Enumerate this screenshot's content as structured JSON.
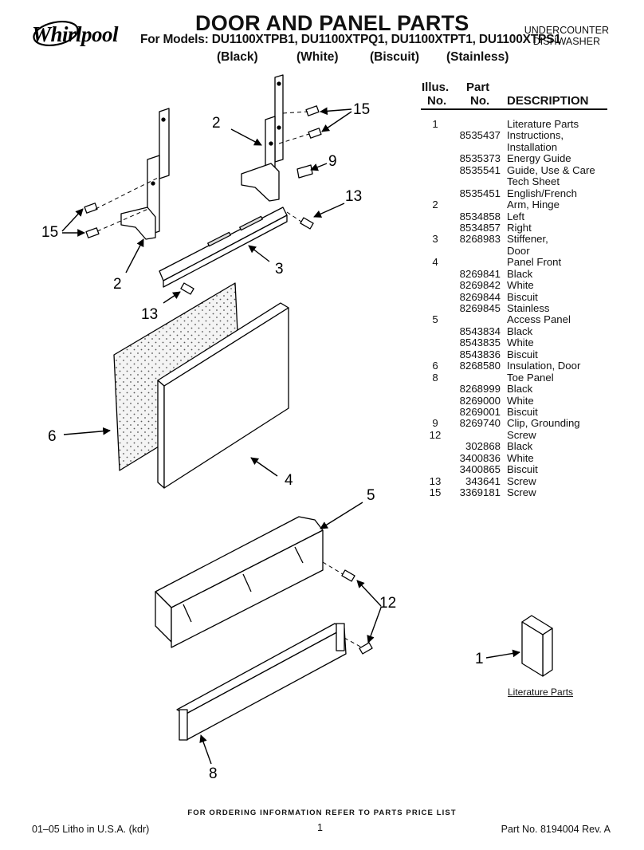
{
  "header": {
    "brand": "Whirlpool",
    "title": "DOOR AND PANEL PARTS",
    "models_line": "For Models: DU1100XTPB1, DU1100XTPQ1, DU1100XTPT1, DU1100XTPS1",
    "colors": [
      "(Black)",
      "(White)",
      "(Biscuit)",
      "(Stainless)"
    ],
    "appliance_line1": "UNDERCOUNTER",
    "appliance_line2": "DISHWASHER"
  },
  "table": {
    "col_illus_1": "Illus.",
    "col_illus_2": "No.",
    "col_part_1": "Part",
    "col_part_2": "No.",
    "col_desc": "DESCRIPTION",
    "rows": [
      {
        "illus": "1",
        "part": "",
        "desc": "Literature Parts"
      },
      {
        "illus": "",
        "part": "8535437",
        "desc": "Instructions,"
      },
      {
        "illus": "",
        "part": "",
        "desc": "Installation"
      },
      {
        "illus": "",
        "part": "8535373",
        "desc": "Energy Guide"
      },
      {
        "illus": "",
        "part": "8535541",
        "desc": "Guide, Use & Care"
      },
      {
        "illus": "",
        "part": "",
        "desc": "Tech Sheet"
      },
      {
        "illus": "",
        "part": "8535451",
        "desc": "English/French"
      },
      {
        "illus": "2",
        "part": "",
        "desc": "Arm, Hinge"
      },
      {
        "illus": "",
        "part": "8534858",
        "desc": "Left"
      },
      {
        "illus": "",
        "part": "8534857",
        "desc": "Right"
      },
      {
        "illus": "3",
        "part": "8268983",
        "desc": "Stiffener,"
      },
      {
        "illus": "",
        "part": "",
        "desc": "Door"
      },
      {
        "illus": "4",
        "part": "",
        "desc": "Panel Front"
      },
      {
        "illus": "",
        "part": "8269841",
        "desc": "Black"
      },
      {
        "illus": "",
        "part": "8269842",
        "desc": "White"
      },
      {
        "illus": "",
        "part": "8269844",
        "desc": "Biscuit"
      },
      {
        "illus": "",
        "part": "8269845",
        "desc": "Stainless"
      },
      {
        "illus": "5",
        "part": "",
        "desc": "Access Panel"
      },
      {
        "illus": "",
        "part": "8543834",
        "desc": "Black"
      },
      {
        "illus": "",
        "part": "8543835",
        "desc": "White"
      },
      {
        "illus": "",
        "part": "8543836",
        "desc": "Biscuit"
      },
      {
        "illus": "6",
        "part": "8268580",
        "desc": "Insulation, Door"
      },
      {
        "illus": "8",
        "part": "",
        "desc": "Toe Panel"
      },
      {
        "illus": "",
        "part": "8268999",
        "desc": "Black"
      },
      {
        "illus": "",
        "part": "8269000",
        "desc": "White"
      },
      {
        "illus": "",
        "part": "8269001",
        "desc": "Biscuit"
      },
      {
        "illus": "9",
        "part": "8269740",
        "desc": "Clip, Grounding"
      },
      {
        "illus": "12",
        "part": "",
        "desc": "Screw"
      },
      {
        "illus": "",
        "part": "302868",
        "desc": "Black"
      },
      {
        "illus": "",
        "part": "3400836",
        "desc": "White"
      },
      {
        "illus": "",
        "part": "3400865",
        "desc": "Biscuit"
      },
      {
        "illus": "13",
        "part": "343641",
        "desc": "Screw"
      },
      {
        "illus": "15",
        "part": "3369181",
        "desc": "Screw"
      }
    ]
  },
  "diagram": {
    "callouts": [
      "15",
      "2",
      "9",
      "13",
      "15",
      "2",
      "3",
      "13",
      "6",
      "4",
      "5",
      "12",
      "1",
      "8"
    ],
    "literature_label": "Literature Parts"
  },
  "footer": {
    "order_note": "FOR ORDERING INFORMATION REFER TO PARTS PRICE LIST",
    "litho": "01–05 Litho in U.S.A. (kdr)",
    "page": "1",
    "part_no": "Part No. 8194004 Rev. A"
  }
}
